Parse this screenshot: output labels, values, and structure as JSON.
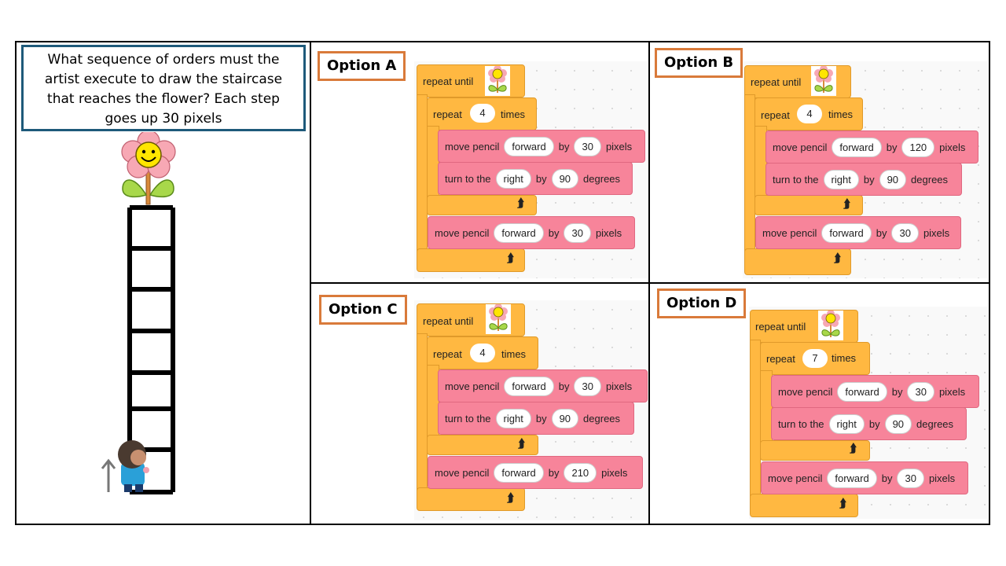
{
  "question": {
    "lines": [
      "What sequence of orders must the",
      "artist execute to draw the staircase",
      "that reaches the flower? Each step",
      "goes up 30 pixels"
    ]
  },
  "options": {
    "a": {
      "label": "Option A",
      "repeat_until": "repeat until",
      "repeat": "repeat",
      "count": "4",
      "times": "times",
      "move1": {
        "prefix": "move pencil",
        "dir": "forward",
        "by": "by",
        "value": "30",
        "unit": "pixels"
      },
      "turn": {
        "prefix": "turn to the",
        "dir": "right",
        "by": "by",
        "value": "90",
        "unit": "degrees"
      },
      "move2": {
        "prefix": "move pencil",
        "dir": "forward",
        "by": "by",
        "value": "30",
        "unit": "pixels"
      }
    },
    "b": {
      "label": "Option B",
      "repeat_until": "repeat until",
      "repeat": "repeat",
      "count": "4",
      "times": "times",
      "move1": {
        "prefix": "move pencil",
        "dir": "forward",
        "by": "by",
        "value": "120",
        "unit": "pixels"
      },
      "turn": {
        "prefix": "turn to the",
        "dir": "right",
        "by": "by",
        "value": "90",
        "unit": "degrees"
      },
      "move2": {
        "prefix": "move pencil",
        "dir": "forward",
        "by": "by",
        "value": "30",
        "unit": "pixels"
      }
    },
    "c": {
      "label": "Option C",
      "repeat_until": "repeat until",
      "repeat": "repeat",
      "count": "4",
      "times": "times",
      "move1": {
        "prefix": "move pencil",
        "dir": "forward",
        "by": "by",
        "value": "30",
        "unit": "pixels"
      },
      "turn": {
        "prefix": "turn to the",
        "dir": "right",
        "by": "by",
        "value": "90",
        "unit": "degrees"
      },
      "move2": {
        "prefix": "move pencil",
        "dir": "forward",
        "by": "by",
        "value": "210",
        "unit": "pixels"
      }
    },
    "d": {
      "label": "Option D",
      "repeat_until": "repeat until",
      "repeat": "repeat",
      "count": "7",
      "times": "times",
      "move1": {
        "prefix": "move pencil",
        "dir": "forward",
        "by": "by",
        "value": "30",
        "unit": "pixels"
      },
      "turn": {
        "prefix": "turn to the",
        "dir": "right",
        "by": "by",
        "value": "90",
        "unit": "degrees"
      },
      "move2": {
        "prefix": "move pencil",
        "dir": "forward",
        "by": "by",
        "value": "30",
        "unit": "pixels"
      }
    }
  },
  "icons": {
    "flower": "flower-icon",
    "loop": "loop-arrow-icon",
    "artist": "artist-figure",
    "up_arrow": "up-arrow-icon"
  },
  "colors": {
    "control_block": "#ffb841",
    "pen_block": "#f7849a",
    "question_border": "#1e5a7a",
    "option_border": "#d97a3a"
  },
  "glyphs": {
    "loop": "⮭",
    "up_arrow": "↑"
  }
}
